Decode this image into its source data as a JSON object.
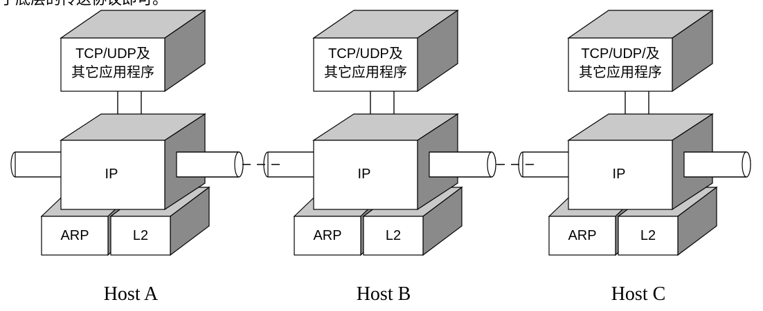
{
  "caption_fragment": "于底层的传送协议即可。",
  "hosts": [
    {
      "name": "Host A",
      "app_line1": "TCP/UDP及",
      "app_line2": "其它应用程序",
      "ip": "IP",
      "arp": "ARP",
      "l2": "L2"
    },
    {
      "name": "Host B",
      "app_line1": "TCP/UDP及",
      "app_line2": "其它应用程序",
      "ip": "IP",
      "arp": "ARP",
      "l2": "L2"
    },
    {
      "name": "Host C",
      "app_line1": "TCP/UDP/及",
      "app_line2": "其它应用程序",
      "ip": "IP",
      "arp": "ARP",
      "l2": "L2"
    }
  ],
  "colors": {
    "top_face": "#c9c9c9",
    "side_face": "#8a8a8a",
    "front_face": "#ffffff",
    "line": "#000000"
  }
}
